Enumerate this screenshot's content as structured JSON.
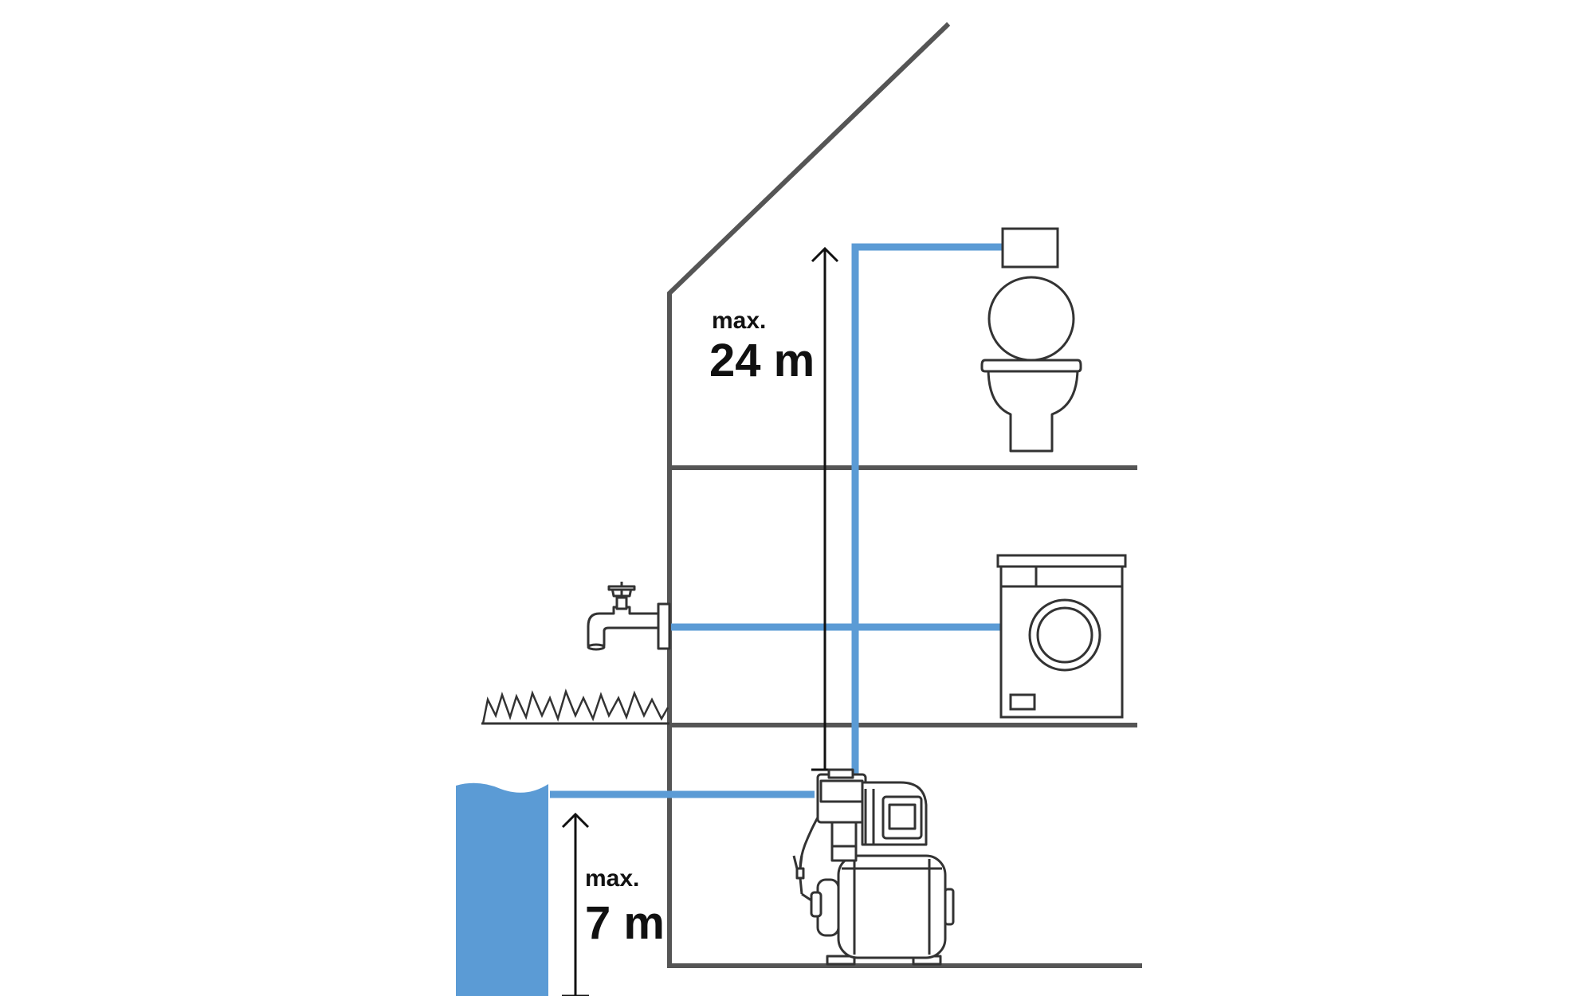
{
  "labels": {
    "delivery_head": {
      "prefix": "max.",
      "value": "24 m"
    },
    "suction_lift": {
      "prefix": "max.",
      "value": "7 m"
    }
  },
  "colors": {
    "pipe": "#5b9bd5",
    "water": "#5b9bd5",
    "wall": "#555555",
    "outline": "#333333"
  },
  "icons": [
    "toilet-icon",
    "cistern-icon",
    "washing-machine-icon",
    "outdoor-tap-icon",
    "grass-icon",
    "house-waterworks-pump-icon",
    "water-source-icon"
  ]
}
